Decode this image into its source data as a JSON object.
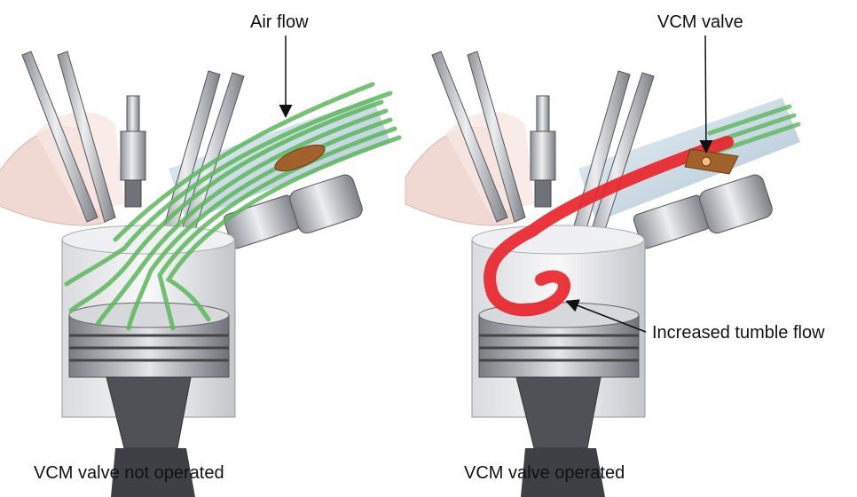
{
  "labels": {
    "air_flow": "Air flow",
    "vcm_valve": "VCM valve",
    "tumble": "Increased tumble flow"
  },
  "captions": {
    "left": "VCM valve not operated",
    "right": "VCM valve operated"
  },
  "colors": {
    "air_flow": "#5cb85c",
    "tumble_flow": "#e8252b",
    "vcm_valve": "#a0622a",
    "metal": "#c9ccd1",
    "head_skin": "#f1d9d3"
  }
}
